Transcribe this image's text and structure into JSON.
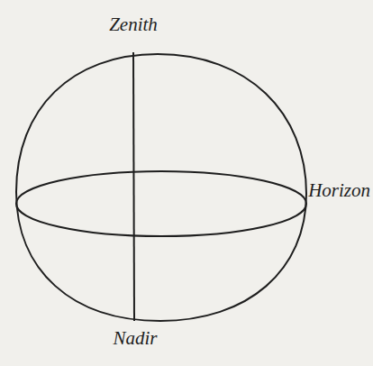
{
  "diagram": {
    "labels": [
      "Zenith",
      "Horizon",
      "Nadir"
    ]
  }
}
